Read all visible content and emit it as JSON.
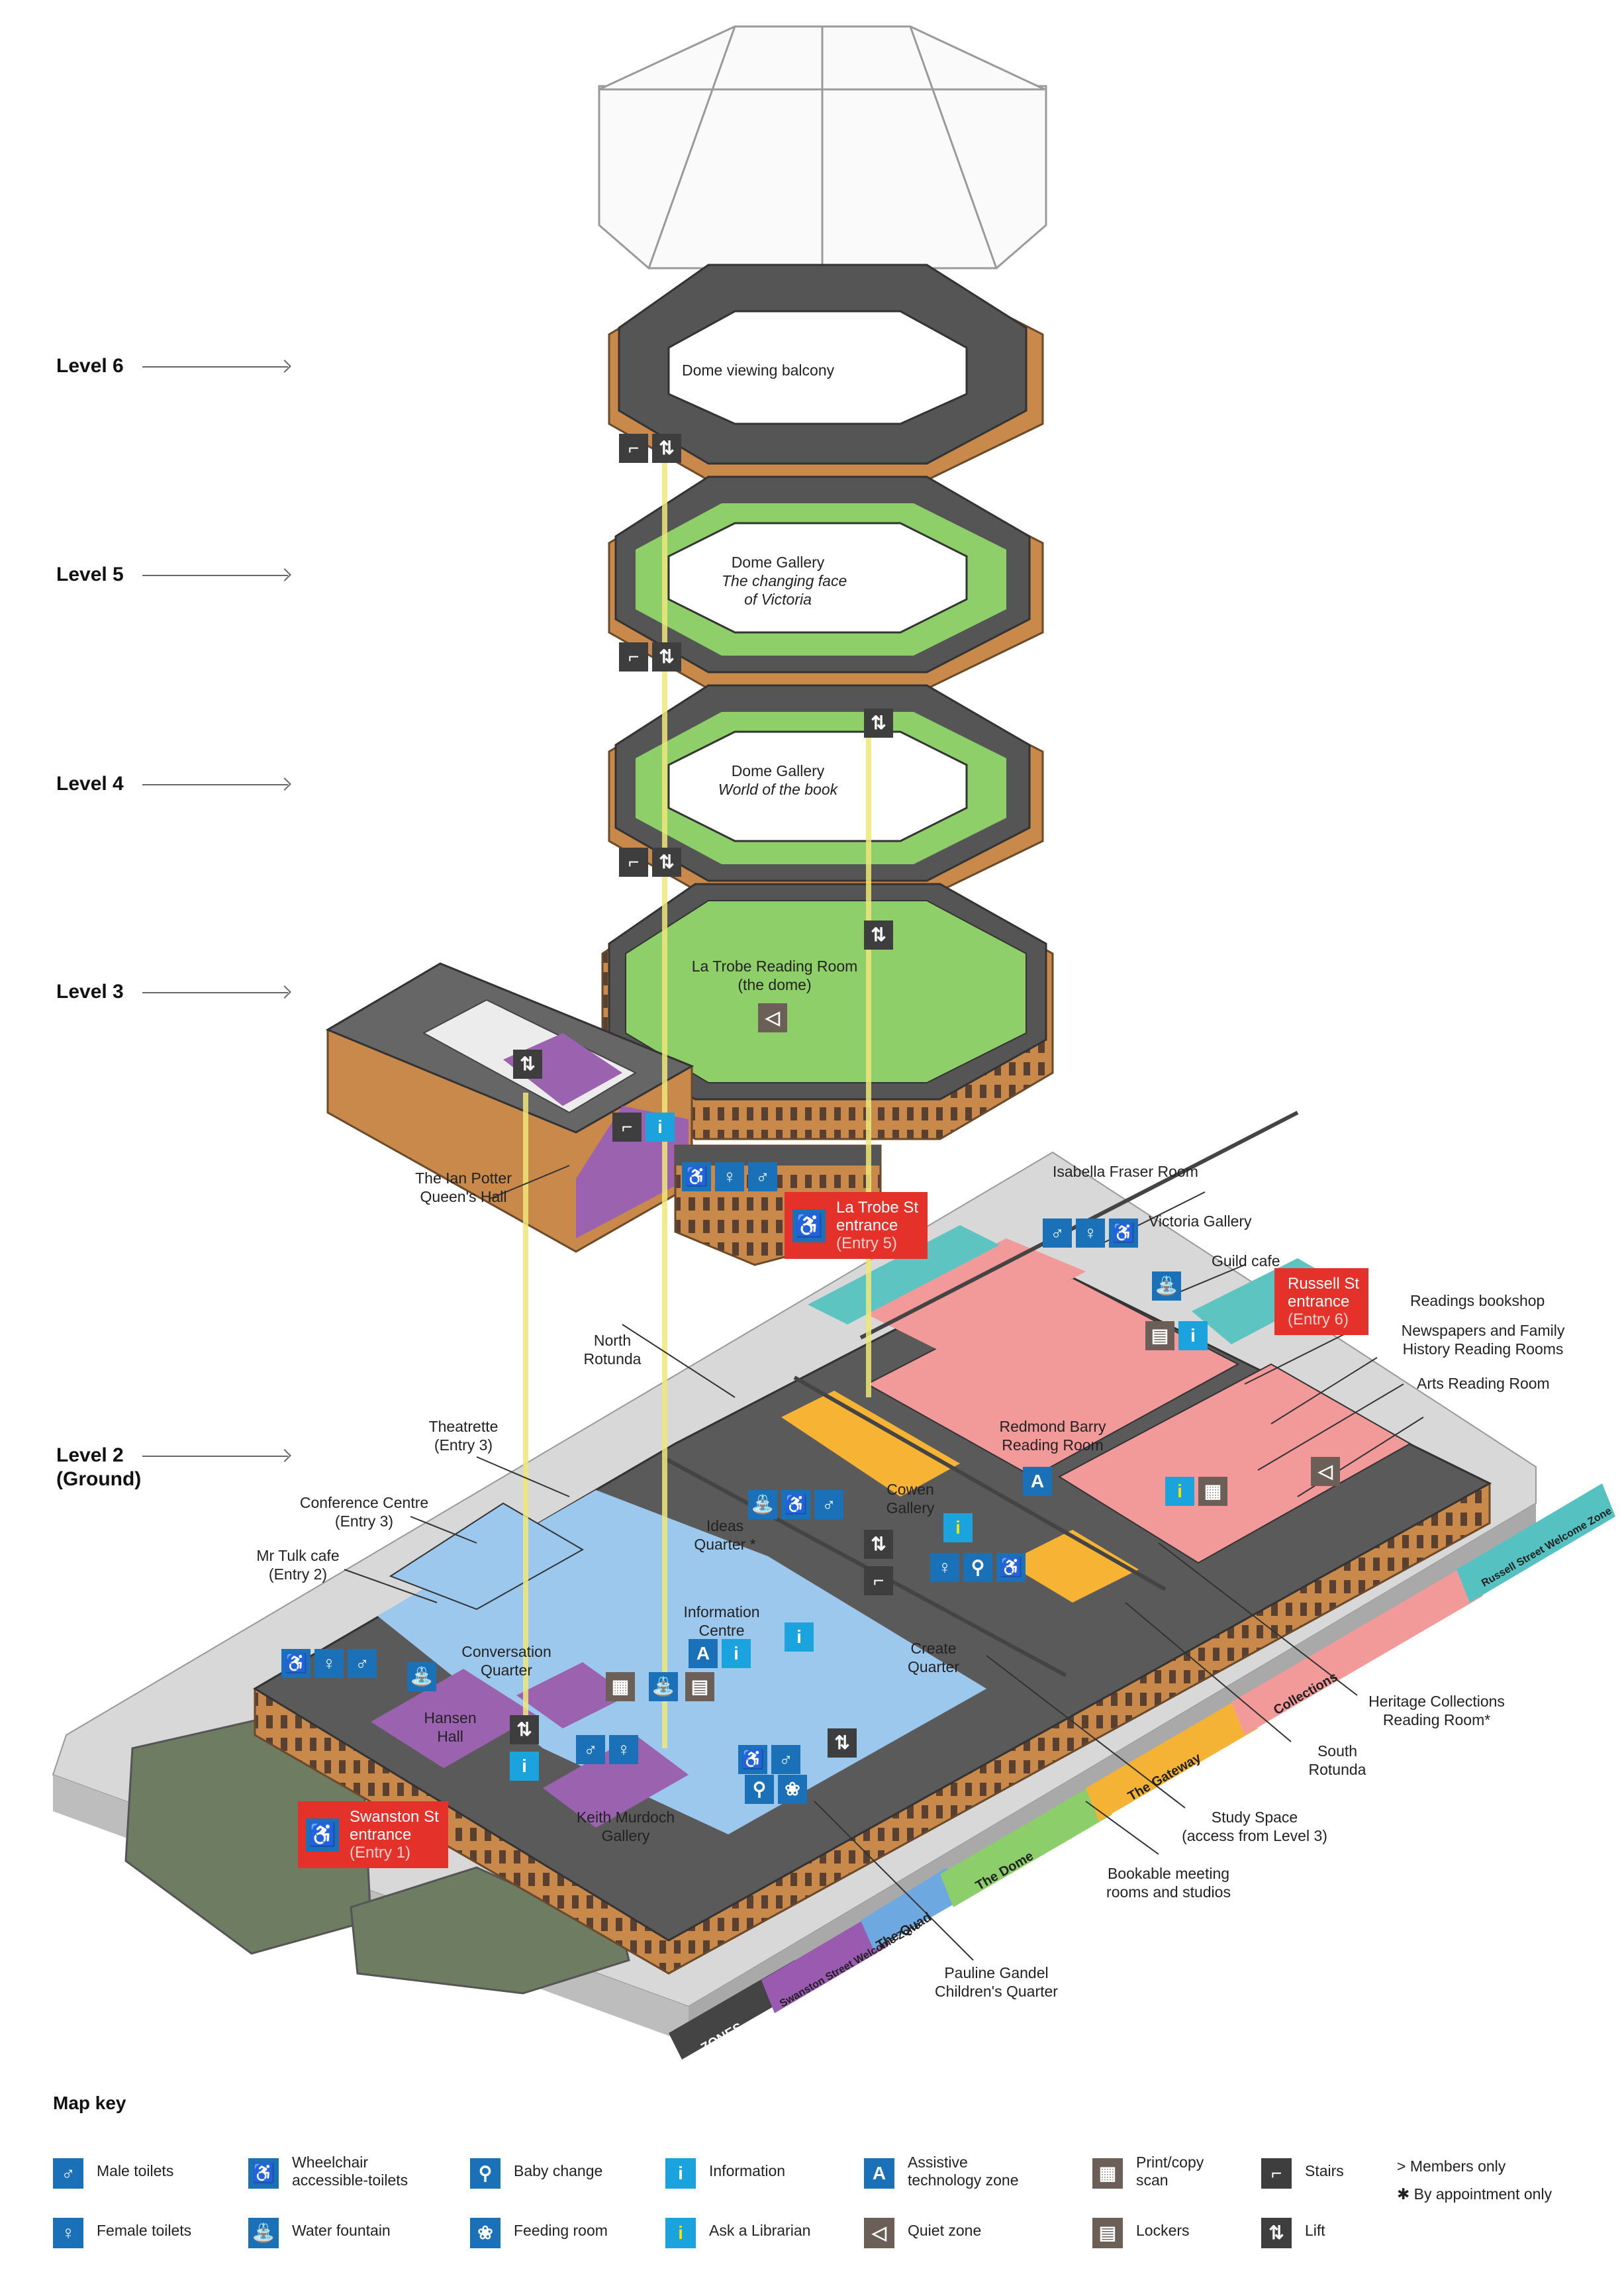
{
  "levels": [
    "Level 6",
    "Level 5",
    "Level 4",
    "Level 3",
    "Level 2",
    "(Ground)"
  ],
  "labels": {
    "dome_viewing": "Dome viewing balcony",
    "dome_gallery5_title": "Dome Gallery",
    "dome_gallery5_sub1": "The changing face",
    "dome_gallery5_sub2": "of Victoria",
    "dome_gallery4_title": "Dome Gallery",
    "dome_gallery4_sub": "World of the book",
    "la_trobe_rr_1": "La Trobe Reading Room",
    "la_trobe_rr_2": "(the dome)",
    "ian_potter_1": "The Ian Potter",
    "ian_potter_2": "Queen's Hall",
    "isabella": "Isabella Fraser Room",
    "victoria_gallery": "Victoria Gallery",
    "guild_cafe": "Guild cafe",
    "readings": "Readings bookshop",
    "newspapers_1": "Newspapers and Family",
    "newspapers_2": "History Reading Rooms",
    "arts_rr": "Arts Reading Room",
    "north_rotunda_1": "North",
    "north_rotunda_2": "Rotunda",
    "theatrette_1": "Theatrette",
    "theatrette_2": "(Entry 3)",
    "redmond_1": "Redmond Barry",
    "redmond_2": "Reading Room",
    "conference_1": "Conference Centre",
    "conference_2": "(Entry 3)",
    "cowen_1": "Cowen",
    "cowen_2": "Gallery",
    "ideas_1": "Ideas",
    "ideas_2": "Quarter *",
    "mr_tulk_1": "Mr Tulk cafe",
    "mr_tulk_2": "(Entry 2)",
    "info_centre_1": "Information",
    "info_centre_2": "Centre",
    "conversation_1": "Conversation",
    "conversation_2": "Quarter",
    "create_1": "Create",
    "create_2": "Quarter",
    "hansen_1": "Hansen",
    "hansen_2": "Hall",
    "heritage_1": "Heritage Collections",
    "heritage_2": "Reading Room*",
    "south_rotunda_1": "South",
    "south_rotunda_2": "Rotunda",
    "keith_1": "Keith Murdoch",
    "keith_2": "Gallery",
    "study_1": "Study Space",
    "study_2": "(access from Level 3)",
    "bookable_1": "Bookable meeting",
    "bookable_2": "rooms and studios",
    "pauline_1": "Pauline Gandel",
    "pauline_2": "Children's Quarter"
  },
  "entrances": {
    "la_trobe": {
      "l1": "La Trobe St",
      "l2": "entrance",
      "l3": "(Entry 5)"
    },
    "russell": {
      "l1": "Russell St",
      "l2": "entrance",
      "l3": "(Entry 6)"
    },
    "swanston": {
      "l1": "Swanston St",
      "l2": "entrance",
      "l3": "(Entry 1)"
    }
  },
  "zones": {
    "title": "ZONES",
    "swanston": "Swanston Street Welcome Zone",
    "quad": "The Quad",
    "dome": "The Dome",
    "gateway": "The Gateway",
    "collections": "Collections",
    "russell": "Russell Street Welcome Zone"
  },
  "legend": {
    "title": "Map key",
    "male": "Male toilets",
    "female": "Female toilets",
    "wheel_1": "Wheelchair",
    "wheel_2": "accessible-toilets",
    "water": "Water fountain",
    "baby": "Baby change",
    "feeding": "Feeding room",
    "info": "Information",
    "librarian": "Ask a Librarian",
    "assist_1": "Assistive",
    "assist_2": "technology zone",
    "quiet": "Quiet zone",
    "print_1": "Print/copy",
    "print_2": "scan",
    "lockers": "Lockers",
    "stairs": "Stairs",
    "lift": "Lift",
    "members": "> Members only",
    "appointment": "✱ By appointment only"
  },
  "colors": {
    "roof": "#5a5a5a",
    "roof_dark": "#444444",
    "brick": "#c8894a",
    "green_floor": "#8fcf6a",
    "blue_floor": "#9cc8ee",
    "purple_floor": "#9b62b0",
    "pink_floor": "#f29a9a",
    "teal_floor": "#5ec4c2",
    "orange_floor": "#f6b334",
    "yellow_line": "#efe77a",
    "street": "#cfcfcf",
    "grass": "#6e7d62",
    "entrance_red": "#e4312a",
    "icon_blue": "#1a71b8",
    "icon_cyan": "#1aa3dd",
    "icon_dark": "#3e3e3e",
    "zone_swanston": "#9a5ab0",
    "zone_quad": "#6ea8e0",
    "zone_dome": "#8ccf6a",
    "zone_gateway": "#f5b335",
    "zone_collections": "#f29a9a",
    "zone_russell": "#55c2c1",
    "zone_title": "#444444"
  },
  "icons": {
    "male": "male-toilet-icon",
    "female": "female-toilet-icon",
    "wheelchair": "wheelchair-icon",
    "water": "water-fountain-icon",
    "baby": "baby-change-icon",
    "feeding": "feeding-room-icon",
    "info": "information-icon",
    "librarian": "ask-librarian-icon",
    "assist": "assistive-technology-icon",
    "quiet": "quiet-zone-icon",
    "print": "print-icon",
    "lockers": "lockers-icon",
    "stairs": "stairs-icon",
    "lift": "lift-icon"
  }
}
